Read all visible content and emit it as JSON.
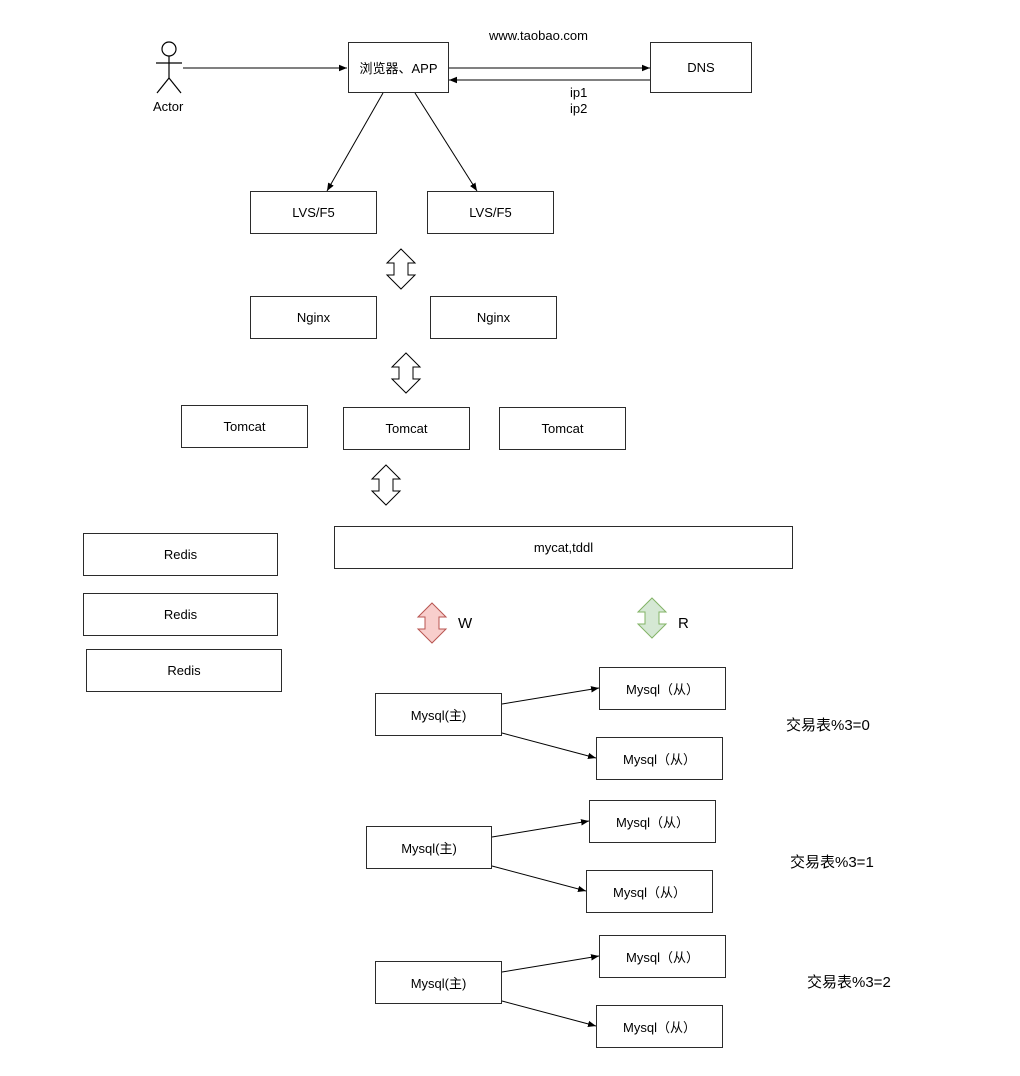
{
  "actor": {
    "label": "Actor"
  },
  "site": {
    "url": "www.taobao.com"
  },
  "dns": {
    "ip1": "ip1",
    "ip2": "ip2"
  },
  "nodes": {
    "browser": "浏览器、APP",
    "dns": "DNS",
    "lvs_left": "LVS/F5",
    "lvs_right": "LVS/F5",
    "nginx_left": "Nginx",
    "nginx_right": "Nginx",
    "tomcat_1": "Tomcat",
    "tomcat_2": "Tomcat",
    "tomcat_3": "Tomcat",
    "redis_1": "Redis",
    "redis_2": "Redis",
    "redis_3": "Redis",
    "mycat": "mycat,tddl",
    "group0_master": "Mysql(主)",
    "group0_slave_1": "Mysql（从）",
    "group0_slave_2": "Mysql（从）",
    "group1_master": "Mysql(主)",
    "group1_slave_1": "Mysql（从）",
    "group1_slave_2": "Mysql（从）",
    "group2_master": "Mysql(主)",
    "group2_slave_1": "Mysql（从）",
    "group2_slave_2": "Mysql（从）"
  },
  "rw": {
    "write": "W",
    "read": "R"
  },
  "shards": {
    "shard_0": "交易表%3=0",
    "shard_1": "交易表%3=1",
    "shard_2": "交易表%3=2"
  },
  "colors": {
    "line": "#000000",
    "write_fill": "#f8cecc",
    "write_stroke": "#b85450",
    "read_fill": "#d5e8d4",
    "read_stroke": "#82b366"
  }
}
